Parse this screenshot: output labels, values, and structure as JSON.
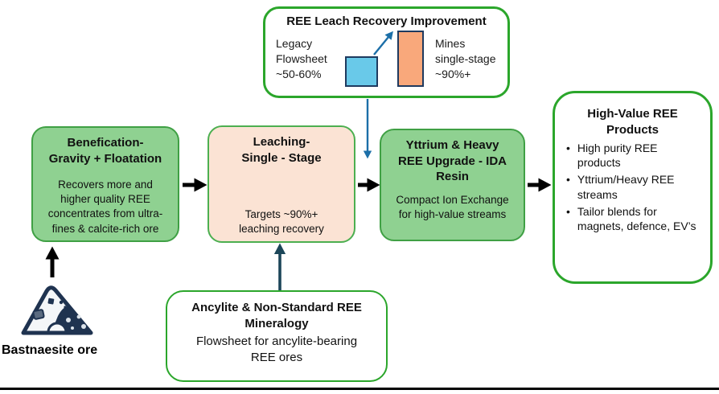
{
  "top_callout": {
    "title": "REE Leach Recovery Improvement",
    "left_label": "Legacy\nFlowsheet\n~50-60%",
    "right_label": "Mines\nsingle-stage\n~90%+",
    "bars": [
      {
        "name": "Legacy Flowsheet",
        "recovery": "~50-60%",
        "color": "#69C9E9"
      },
      {
        "name": "Mines single-stage",
        "recovery": "~90%+",
        "color": "#F9A87B"
      }
    ]
  },
  "process_boxes": [
    {
      "title": "Benefication-\nGravity + Floatation",
      "body": "Recovers more and\nhigher quality REE\nconcentrates from ultra-\nfines & calcite-rich ore",
      "fill": "#8FD191"
    },
    {
      "title": "Leaching-\nSingle - Stage",
      "body": "Targets ~90%+\nleaching recovery",
      "fill": "#FBE3D4"
    },
    {
      "title": "Yttrium & Heavy\nREE Upgrade - IDA\nResin",
      "body": "Compact Ion Exchange\nfor high-value streams",
      "fill": "#8FD191"
    }
  ],
  "products": {
    "title": "High-Value REE\nProducts",
    "bullet_char": "•",
    "bullets": [
      "High purity REE products",
      "Yttrium/Heavy REE streams",
      "Tailor blends for magnets, defence, EV’s"
    ]
  },
  "ancylite": {
    "title": "Ancylite & Non-Standard REE\nMineralogy",
    "body": "Flowsheet for ancylite-bearing\nREE ores"
  },
  "ore_label": "Bastnaesite ore",
  "colors": {
    "green_box_fill": "#8FD191",
    "green_box_border": "#3FA044",
    "peach_box_fill": "#FBE3D4",
    "callout_border": "#2BA62B",
    "blue_bar": "#69C9E9",
    "orange_bar": "#F9A87B",
    "bar_outline": "#1F3A5F",
    "blue_arrow": "#1C6FA8",
    "teal_arrow": "#1C4659",
    "black_arrow": "#000000"
  }
}
